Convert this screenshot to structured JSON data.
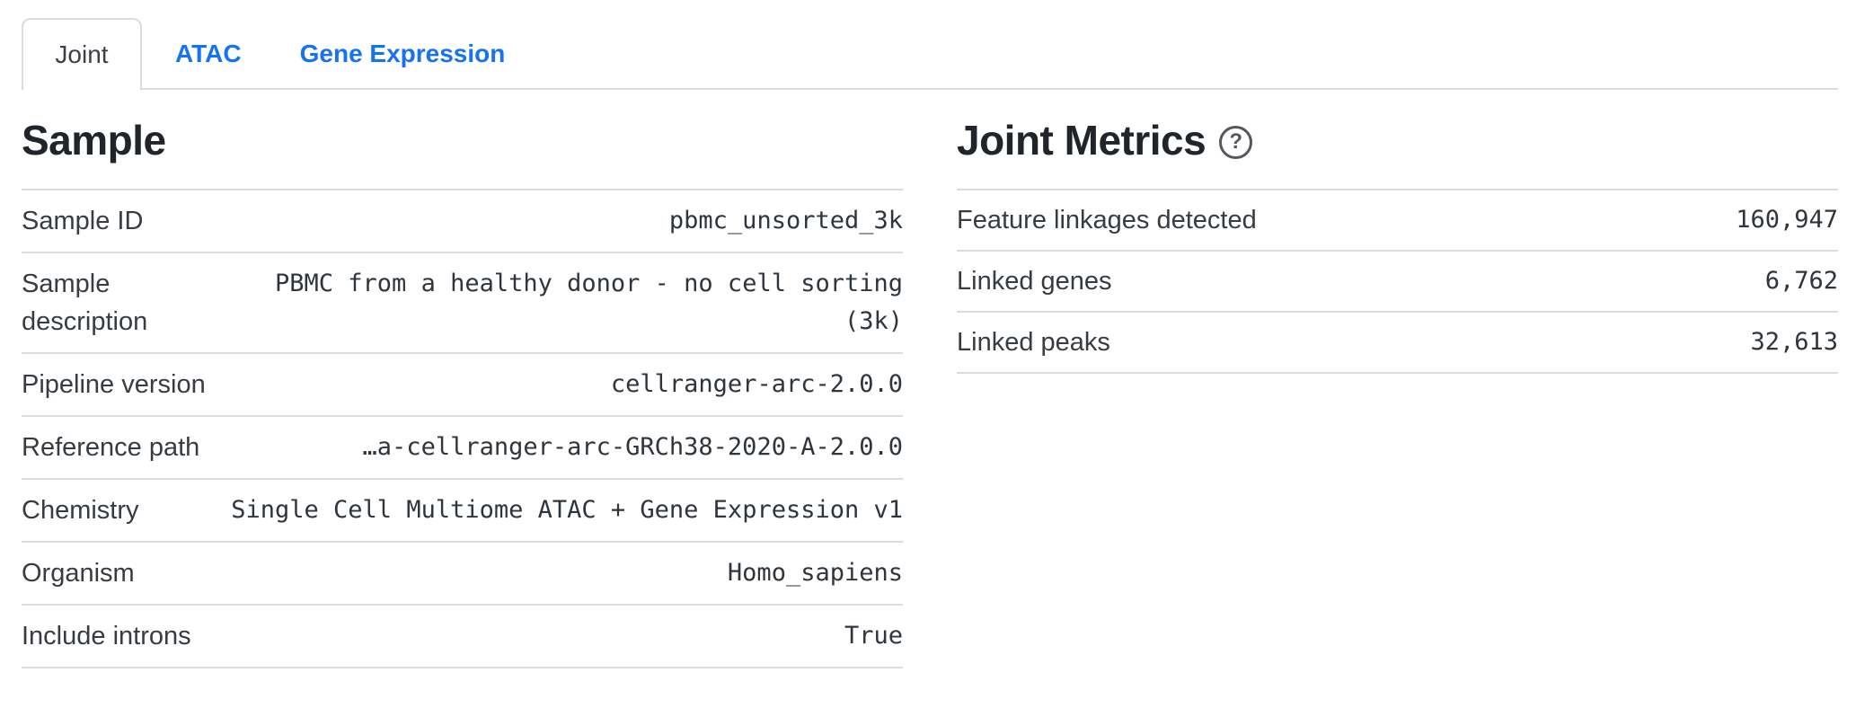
{
  "tabs": {
    "items": [
      {
        "label": "Joint",
        "active": true
      },
      {
        "label": "ATAC",
        "active": false
      },
      {
        "label": "Gene Expression",
        "active": false
      }
    ]
  },
  "sample": {
    "title": "Sample",
    "rows": [
      {
        "label": "Sample ID",
        "value": "pbmc_unsorted_3k"
      },
      {
        "label": "Sample description",
        "value": "PBMC from a healthy donor - no cell sorting (3k)"
      },
      {
        "label": "Pipeline version",
        "value": "cellranger-arc-2.0.0"
      },
      {
        "label": "Reference path",
        "value": "…a-cellranger-arc-GRCh38-2020-A-2.0.0"
      },
      {
        "label": "Chemistry",
        "value": "Single Cell Multiome ATAC + Gene Expression v1"
      },
      {
        "label": "Organism",
        "value": "Homo_sapiens"
      },
      {
        "label": "Include introns",
        "value": "True"
      }
    ]
  },
  "joint_metrics": {
    "title": "Joint Metrics",
    "help_icon": "?",
    "rows": [
      {
        "label": "Feature linkages detected",
        "value": "160,947"
      },
      {
        "label": "Linked genes",
        "value": "6,762"
      },
      {
        "label": "Linked peaks",
        "value": "32,613"
      }
    ]
  },
  "colors": {
    "link_blue": "#1572f0",
    "divider": "#d9dce1",
    "heading_text": "#20242b",
    "body_text": "#373c43"
  }
}
